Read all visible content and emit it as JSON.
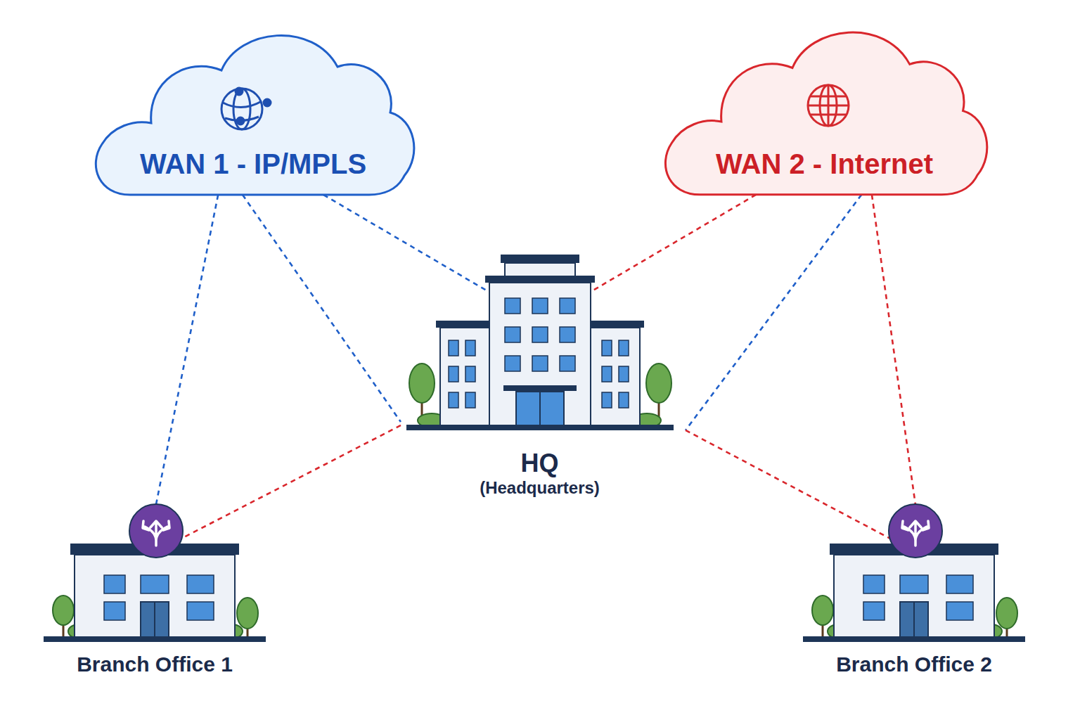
{
  "diagram": {
    "nodes": [
      {
        "text": [
          "WAN 1 - IP/MPLS"
        ]
      },
      {
        "text": [
          "WAN 2 - Internet"
        ]
      },
      {
        "text": [
          "HQ",
          "(Headquarters)"
        ]
      },
      {
        "text": [
          "Branch Office 1"
        ]
      },
      {
        "text": [
          "Branch Office 2"
        ]
      }
    ],
    "edges": [
      {
        "from": 0,
        "to": 3,
        "arrow": "none"
      },
      {
        "from": 0,
        "to": 2,
        "arrow": "none"
      },
      {
        "from": 0,
        "to": 2,
        "arrow": "none"
      },
      {
        "from": 1,
        "to": 2,
        "arrow": "none"
      },
      {
        "from": 1,
        "to": 2,
        "arrow": "none"
      },
      {
        "from": 1,
        "to": 4,
        "arrow": "none"
      },
      {
        "from": 2,
        "to": 3,
        "arrow": "none"
      },
      {
        "from": 2,
        "to": 4,
        "arrow": "none"
      }
    ]
  }
}
